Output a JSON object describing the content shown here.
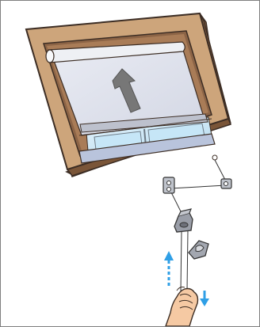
{
  "figure": {
    "kind": "installation-illustration",
    "colors": {
      "frame_outer": "#cda57b",
      "frame_inner": "#8c6446",
      "frame_stroke": "#3c2d24",
      "blind_fabric": "#dfe2ee",
      "blind_roller": "#eef0f4",
      "glass": "#cfe8f6",
      "sash_bar": "#bdc1cd",
      "arrow": "#777777",
      "up_arrow": "#2f9fe6",
      "down_arrow": "#2f9fe6",
      "cord": "#333333",
      "hardware": "#9a9ea8",
      "skin": "#f5c9a3"
    },
    "parts": [
      {
        "id": "window-frame",
        "icon": "roof-window-frame"
      },
      {
        "id": "roller-blind",
        "icon": "roller-blind"
      },
      {
        "id": "raise-arrow",
        "icon": "arrow-up-diagonal"
      },
      {
        "id": "cord-guides",
        "icon": "cord-guide-clip"
      },
      {
        "id": "cord-lock",
        "icon": "cord-lock"
      },
      {
        "id": "wall-hook",
        "icon": "cord-hook"
      },
      {
        "id": "hand",
        "icon": "hand-pulling-cord"
      },
      {
        "id": "pull-up-indicator",
        "icon": "dashed-arrow-up"
      },
      {
        "id": "pull-down-indicator",
        "icon": "arrow-down"
      }
    ]
  }
}
